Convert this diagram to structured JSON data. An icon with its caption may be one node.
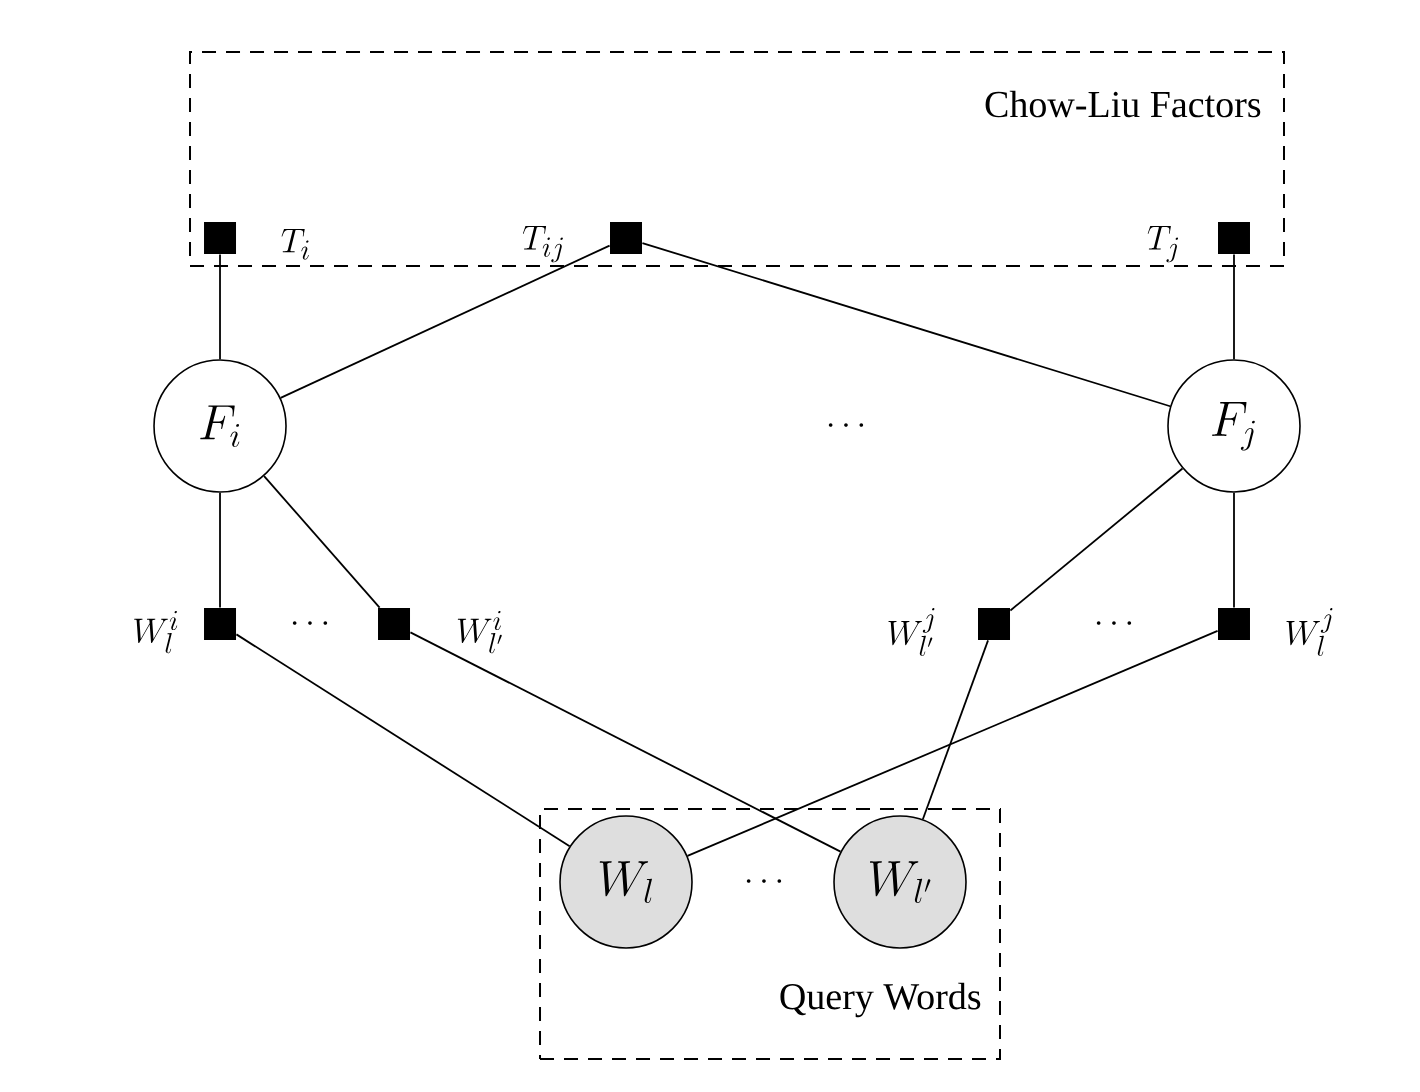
{
  "diagram": {
    "nodes": [
      {
        "text": [
          "Chow-Liu Factors"
        ]
      },
      {
        "text": [],
        "shape": "box",
        "beside": [
          "T_i"
        ],
        "in": 0
      },
      {
        "text": [],
        "shape": "box",
        "beside": [
          "T_{ij}"
        ],
        "in": 0
      },
      {
        "text": [],
        "shape": "box",
        "beside": [
          "T_j"
        ],
        "in": 0
      },
      {
        "text": [
          "F_i"
        ]
      },
      {
        "text": [
          "F_j"
        ]
      },
      {
        "text": [],
        "shape": "box",
        "beside": [
          "W^i_l"
        ]
      },
      {
        "text": [],
        "shape": "box",
        "beside": [
          "W^i_{l'}"
        ]
      },
      {
        "text": [],
        "shape": "box",
        "beside": [
          "W^j_{l'}"
        ]
      },
      {
        "text": [],
        "shape": "box",
        "beside": [
          "W^j_l"
        ]
      },
      {
        "text": [
          "Query Words"
        ]
      },
      {
        "text": [
          "W_l"
        ],
        "in": 10
      },
      {
        "text": [
          "W_{l'}"
        ],
        "in": 10
      }
    ],
    "edges": [
      {
        "from": 1,
        "to": 4,
        "arrow": "none"
      },
      {
        "from": 2,
        "to": 4,
        "arrow": "none"
      },
      {
        "from": 2,
        "to": 5,
        "arrow": "none"
      },
      {
        "from": 3,
        "to": 5,
        "arrow": "none"
      },
      {
        "from": 4,
        "to": 6,
        "arrow": "none"
      },
      {
        "from": 4,
        "to": 7,
        "arrow": "none"
      },
      {
        "from": 5,
        "to": 8,
        "arrow": "none"
      },
      {
        "from": 5,
        "to": 9,
        "arrow": "none"
      },
      {
        "from": 6,
        "to": 11,
        "arrow": "none"
      },
      {
        "from": 7,
        "to": 12,
        "arrow": "none"
      },
      {
        "from": 9,
        "to": 11,
        "arrow": "none"
      },
      {
        "from": 8,
        "to": 12,
        "arrow": "none"
      }
    ],
    "labels": [
      "\\cdots",
      "\\cdots",
      "\\cdots",
      "\\cdots"
    ]
  }
}
